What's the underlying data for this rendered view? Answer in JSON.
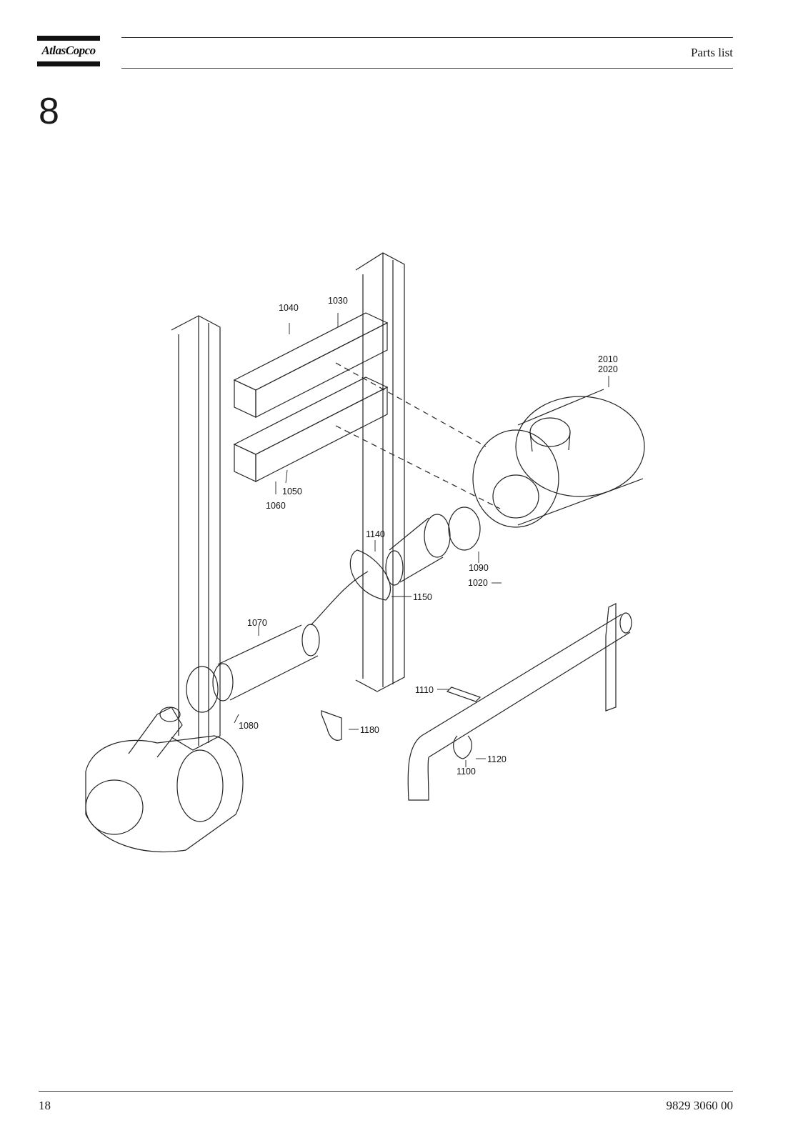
{
  "header": {
    "brand": "AtlasCopco",
    "title": "Parts list"
  },
  "section": {
    "number": "8"
  },
  "drawing": {
    "callouts": [
      "1040",
      "1030",
      "2010",
      "2020",
      "1050",
      "1060",
      "1140",
      "1090",
      "1020",
      "1150",
      "1070",
      "1110",
      "1080",
      "1180",
      "1120",
      "1100"
    ]
  },
  "footer": {
    "page_number": "18",
    "document_number": "9829 3060 00"
  }
}
